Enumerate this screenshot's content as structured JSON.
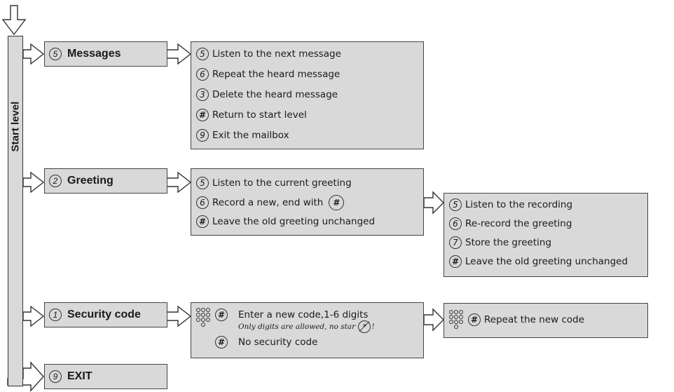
{
  "start_level": "Start level",
  "menus": {
    "messages": {
      "key": "5",
      "label": "Messages"
    },
    "greeting": {
      "key": "2",
      "label": "Greeting"
    },
    "security": {
      "key": "1",
      "label": "Security code"
    },
    "exit": {
      "key": "9",
      "label": "EXIT"
    }
  },
  "messages_options": [
    {
      "key": "5",
      "text": "Listen to the next message"
    },
    {
      "key": "6",
      "text": "Repeat the heard message"
    },
    {
      "key": "3",
      "text": "Delete the heard message"
    },
    {
      "key": "#",
      "text": "Return to start level"
    },
    {
      "key": "9",
      "text": "Exit the mailbox"
    }
  ],
  "greeting_options": [
    {
      "key": "5",
      "text": "Listen to the current greeting"
    },
    {
      "key": "6",
      "text": "Record a new, end with",
      "end_key": "#"
    },
    {
      "key": "#",
      "text": "Leave the old greeting unchanged"
    }
  ],
  "recording_options": [
    {
      "key": "5",
      "text": "Listen to the recording"
    },
    {
      "key": "6",
      "text": "Re-record the greeting"
    },
    {
      "key": "7",
      "text": "Store the greeting"
    },
    {
      "key": "#",
      "text": "Leave the old greeting unchanged"
    }
  ],
  "security_options": {
    "enter": {
      "key": "#",
      "text": "Enter a new code,1-6 digits"
    },
    "note_text": "Only digits are allowed, no star",
    "note_star": "*",
    "note_end": "!",
    "none": {
      "key": "#",
      "text": "No security code"
    }
  },
  "repeat_code": {
    "key": "#",
    "text": "Repeat the new code"
  },
  "colors": {
    "box_fill": "#d9d9d9",
    "outline": "#333333",
    "background": "#ffffff"
  }
}
